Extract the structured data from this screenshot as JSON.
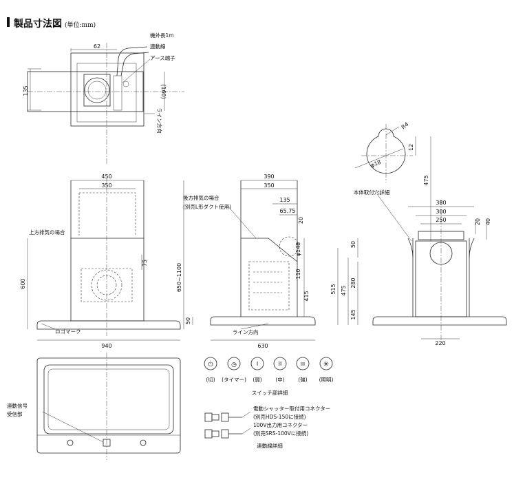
{
  "title": "製品寸法図",
  "unit_note": "(単位:mm)",
  "top_view": {
    "dims": [
      "62",
      "135",
      "(160)"
    ],
    "labels": {
      "cord_length": "機外長1m",
      "interlock_cable": "連動線",
      "earth_terminal": "アース端子",
      "line_direction": "ライン方向"
    }
  },
  "front_view": {
    "dims": [
      "450",
      "350",
      "75",
      "600",
      "650~1100",
      "940"
    ],
    "labels": {
      "top_exhaust": "上方排気の場合",
      "logo_mark": "ロゴマーク"
    }
  },
  "side_view": {
    "dims": [
      "390",
      "350",
      "135",
      "65.75",
      "20",
      "φ148",
      "110",
      "415",
      "50",
      "630"
    ],
    "labels": {
      "rear_exhaust": "後方排気の場合",
      "rear_exhaust_note": "(別売L形ダクト使用)",
      "line_direction": "ライン方向"
    }
  },
  "hole_detail": {
    "dims": [
      "R4",
      "φ18",
      "12",
      "475"
    ],
    "label": "本体取付穴詳細"
  },
  "rear_view": {
    "dims": [
      "380",
      "300",
      "250",
      "20",
      "40",
      "50",
      "515",
      "475",
      "280",
      "145",
      "220"
    ]
  },
  "bottom_view": {
    "labels": {
      "receiver_1": "連動信号",
      "receiver_2": "受信部"
    }
  },
  "switches": {
    "items": [
      {
        "symbol": "⏻",
        "label": "(切)"
      },
      {
        "symbol": "◷",
        "label": "(タイマー)"
      },
      {
        "symbol": "I",
        "label": "(弱)"
      },
      {
        "symbol": "II",
        "label": "(中)"
      },
      {
        "symbol": "III",
        "label": "(強)"
      },
      {
        "symbol": "✳",
        "label": "(照明)"
      }
    ],
    "caption": "スイッチ部詳細"
  },
  "connectors": {
    "items": [
      {
        "name": "電動シャッター取付用コネクター",
        "note": "(別売HDS-150に接続)"
      },
      {
        "name": "100V出力用コネクター",
        "note": "(別売SRS-100Vに接続)"
      }
    ],
    "caption": "連動線詳細"
  }
}
